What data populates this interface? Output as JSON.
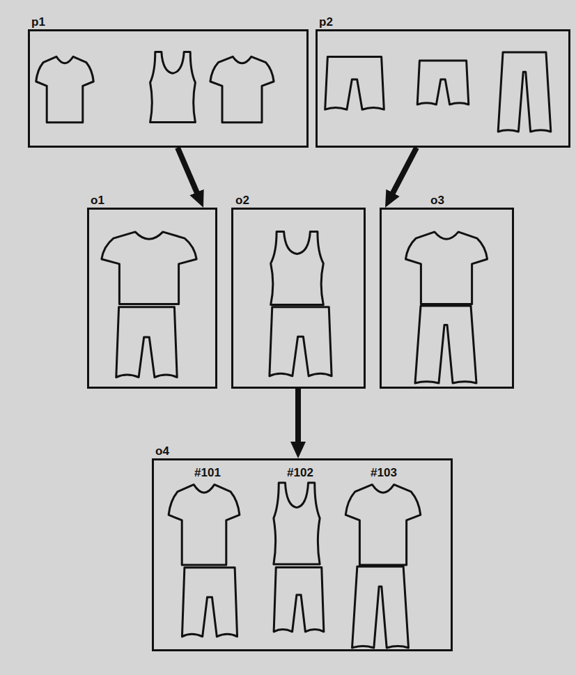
{
  "diagram": {
    "nodes": [
      {
        "text": [
          "p1"
        ]
      },
      {
        "text": [
          "p2"
        ]
      },
      {
        "text": [
          "o1"
        ]
      },
      {
        "text": [
          "o2"
        ]
      },
      {
        "text": [
          "o3"
        ]
      },
      {
        "text": [
          "o4",
          "#101",
          "#102",
          "#103"
        ]
      }
    ],
    "edges": [
      {
        "from": 0,
        "to": 2,
        "arrow": "to"
      },
      {
        "from": 1,
        "to": 4,
        "arrow": "to"
      },
      {
        "from": 3,
        "to": 5,
        "arrow": "to"
      }
    ]
  }
}
